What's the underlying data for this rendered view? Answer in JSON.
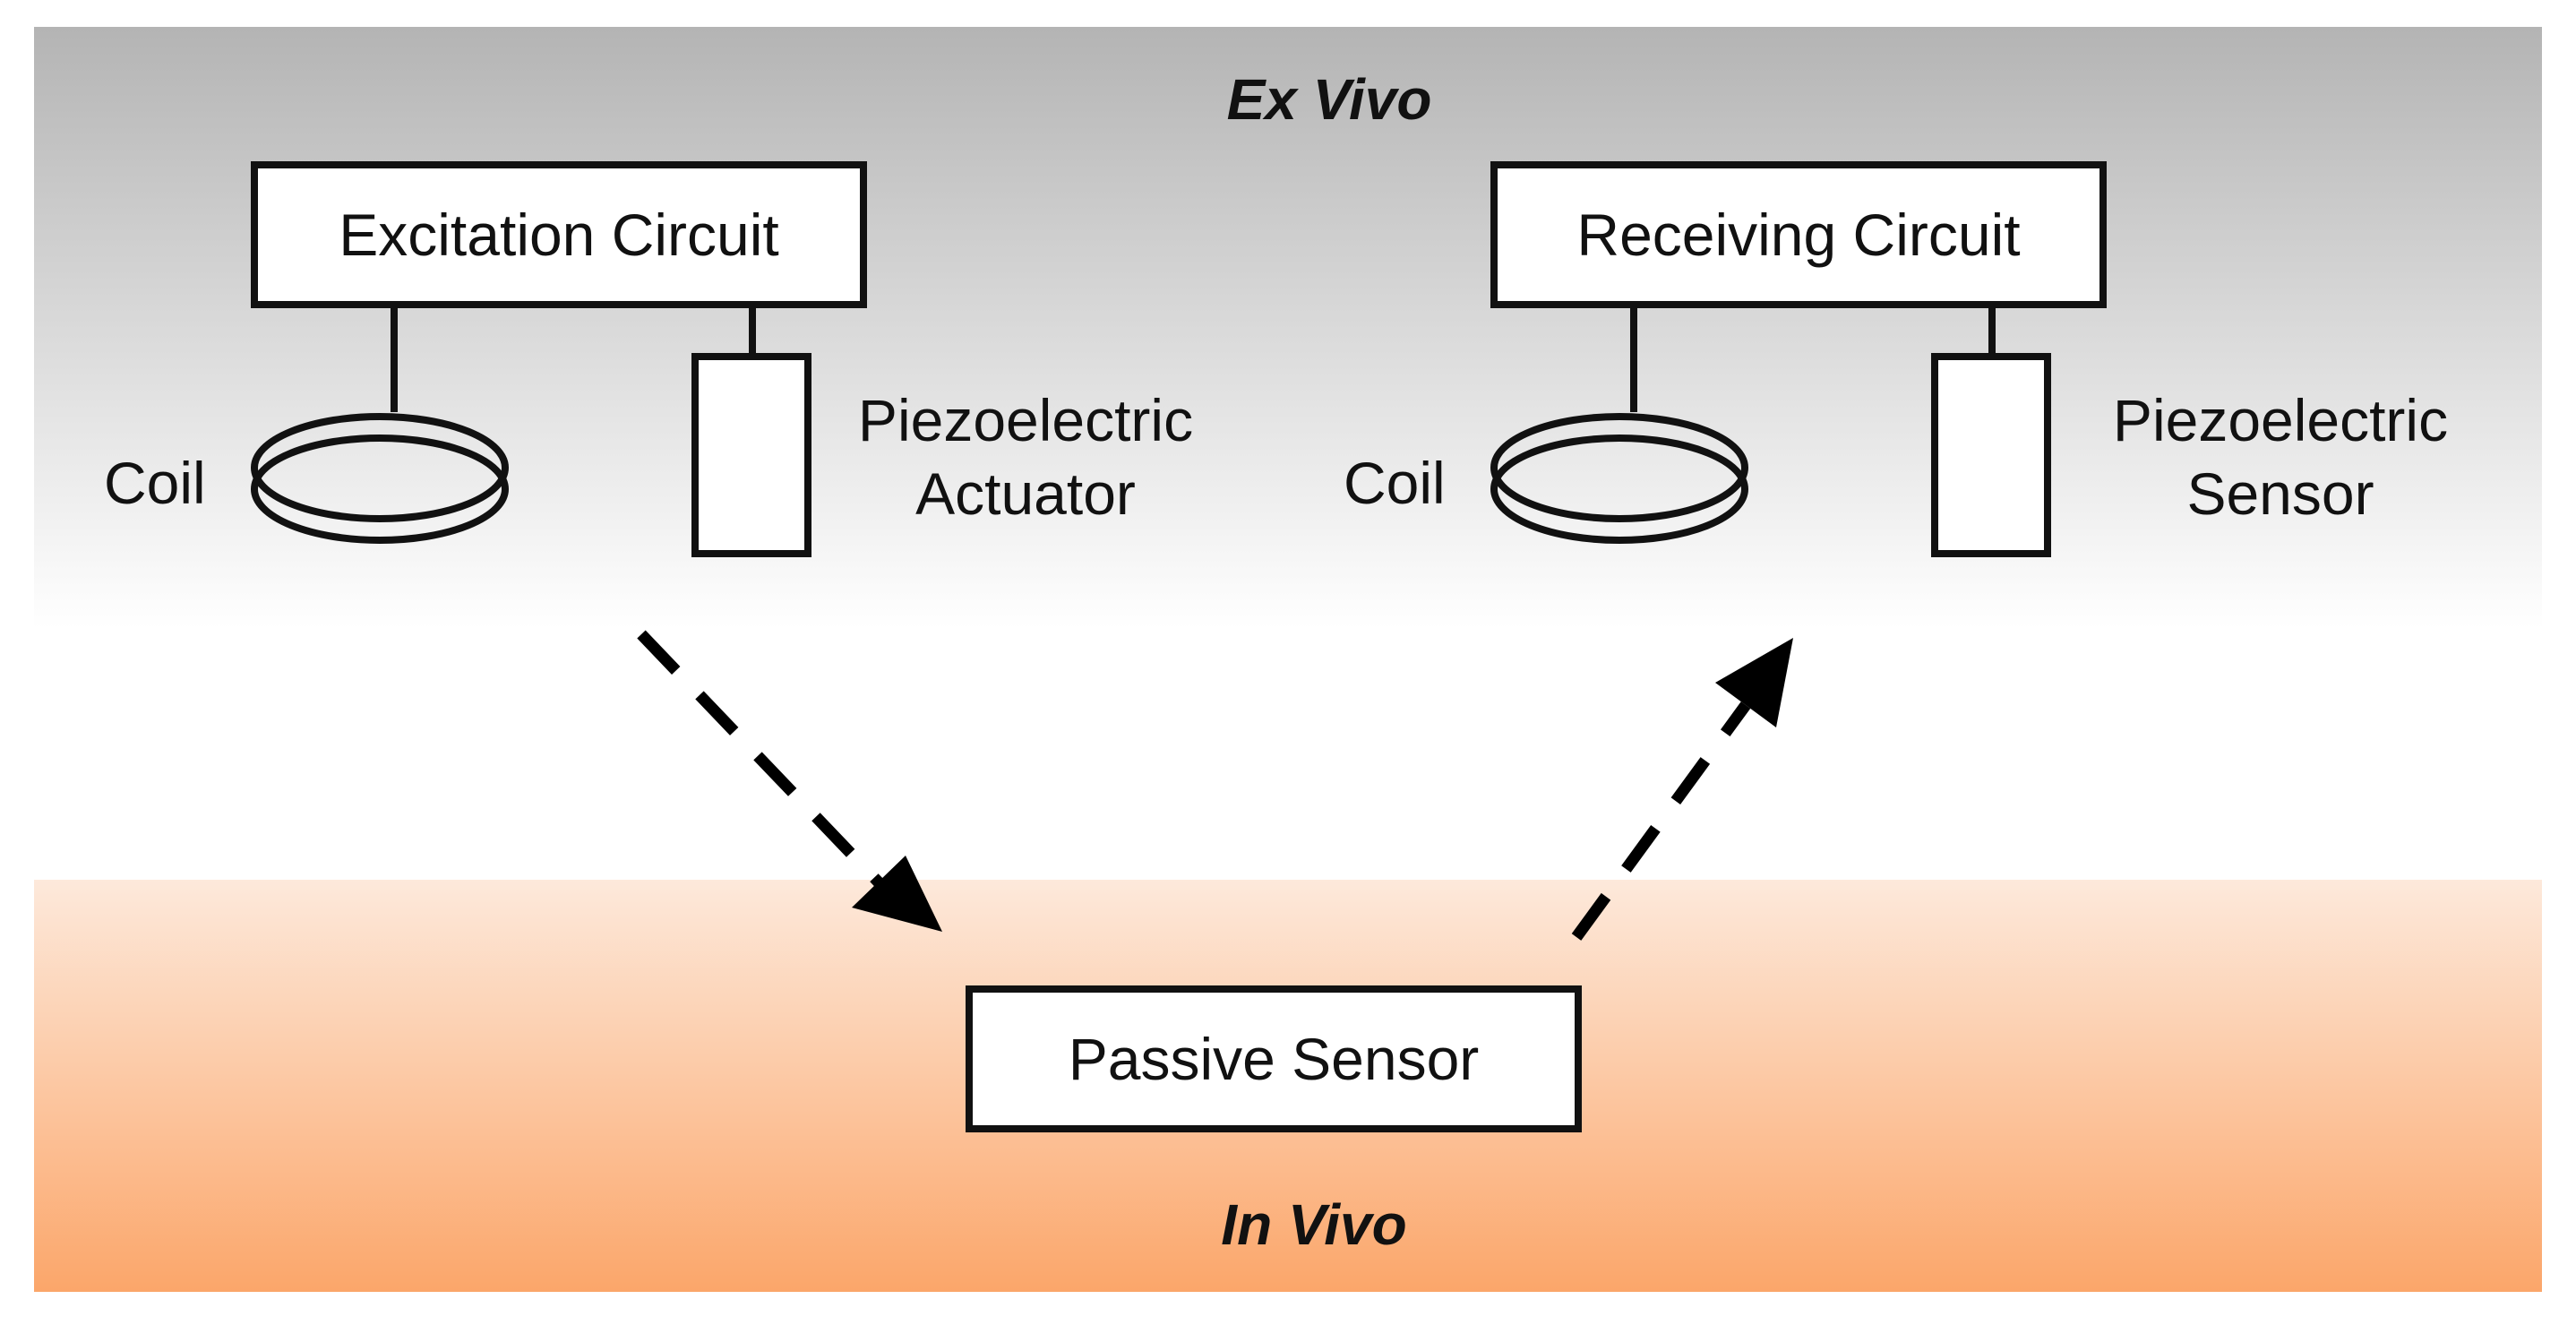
{
  "zones": {
    "top": {
      "title": "Ex Vivo",
      "color_top": "#b4b4b4",
      "color_bottom": "#ffffff"
    },
    "bottom": {
      "title": "In Vivo",
      "color_top": "#fde9db",
      "color_bottom": "#fba66a"
    }
  },
  "left_unit": {
    "circuit_label": "Excitation Circuit",
    "coil_label": "Coil",
    "transducer_label_line1": "Piezoelectric",
    "transducer_label_line2": "Actuator"
  },
  "right_unit": {
    "circuit_label": "Receiving Circuit",
    "coil_label": "Coil",
    "transducer_label_line1": "Piezoelectric",
    "transducer_label_line2": "Sensor"
  },
  "implant": {
    "label": "Passive Sensor"
  },
  "arrows": [
    {
      "from": "Excitation Circuit",
      "to": "Passive Sensor",
      "style": "dashed"
    },
    {
      "from": "Passive Sensor",
      "to": "Receiving Circuit",
      "style": "dashed"
    }
  ]
}
